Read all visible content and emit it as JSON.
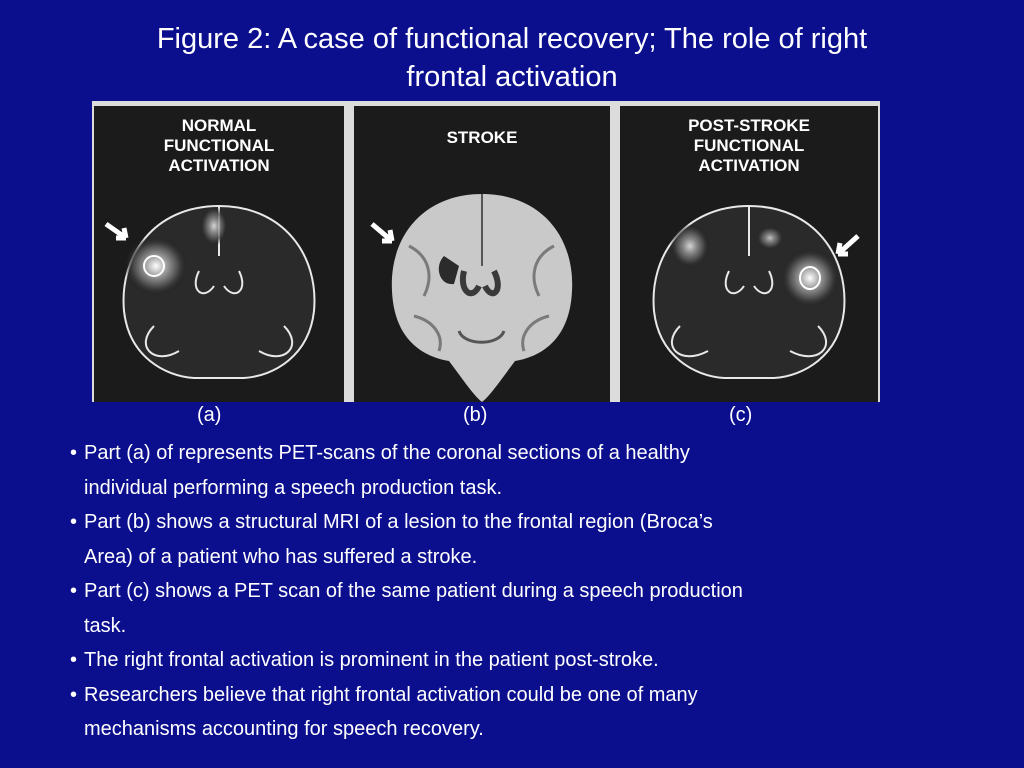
{
  "slide": {
    "title_line1": "Figure 2: A case of functional recovery; The role of right",
    "title_line2": "frontal activation"
  },
  "figure": {
    "panels": [
      {
        "label": "NORMAL\nFUNCTIONAL\nACTIVATION"
      },
      {
        "label": "STROKE"
      },
      {
        "label": "POST-STROKE\nFUNCTIONAL\nACTIVATION"
      }
    ],
    "captions": [
      "(a)",
      "(b)",
      "(c)"
    ]
  },
  "bullets": [
    {
      "glyph": "•",
      "line1": "Part (a) of represents PET-scans of the coronal sections of a healthy",
      "line2": "individual performing a speech production task."
    },
    {
      "glyph": "•",
      "line1": "Part (b) shows a structural MRI of a lesion to the frontal region (Broca’s",
      "line2": "Area) of a patient who has suffered a stroke."
    },
    {
      "glyph": "•",
      "line1": "Part (c) shows a PET scan of the same patient during a speech production",
      "line2": "task."
    },
    {
      "glyph": "•",
      "line1": "The right frontal activation is prominent in the patient post-stroke.",
      "line2": ""
    },
    {
      "glyph": "•",
      "line1": "Researchers believe that right frontal activation could be one of many",
      "line2": "mechanisms accounting for speech recovery."
    }
  ]
}
